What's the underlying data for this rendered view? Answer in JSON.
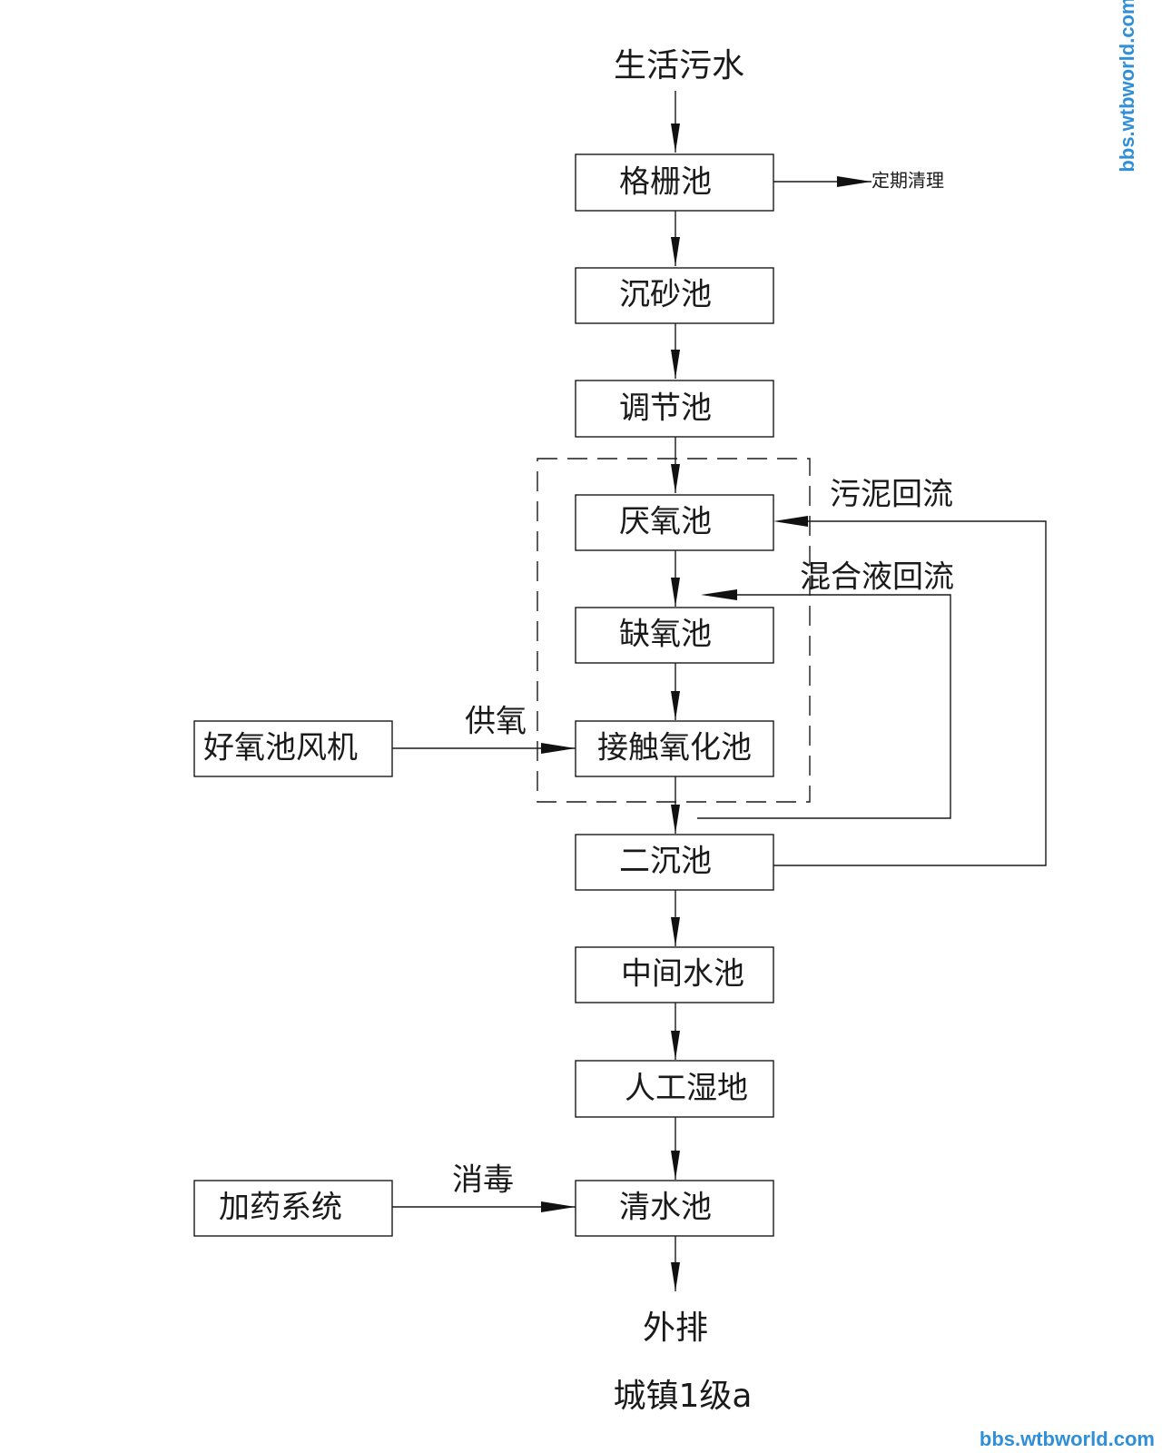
{
  "input": "生活污水",
  "output": "外排",
  "standard": "城镇1级a",
  "steps": {
    "grille": "格栅池",
    "grit": "沉砂池",
    "regulate": "调节池",
    "anaerobic": "厌氧池",
    "anoxic": "缺氧池",
    "contact": "接触氧化池",
    "secondary": "二沉池",
    "middle": "中间水池",
    "wetland": "人工湿地",
    "clear": "清水池"
  },
  "side": {
    "blower": "好氧池风机",
    "dosing": "加药系统"
  },
  "labels": {
    "clean": "定期清理",
    "sludge_return": "污泥回流",
    "mixed_return": "混合液回流",
    "oxygen": "供氧",
    "disinfect": "消毒"
  },
  "watermark": "bbs.wtbworld.com",
  "colors": {
    "line": "#1a1a1a",
    "watermark": "#2f8fd8"
  }
}
